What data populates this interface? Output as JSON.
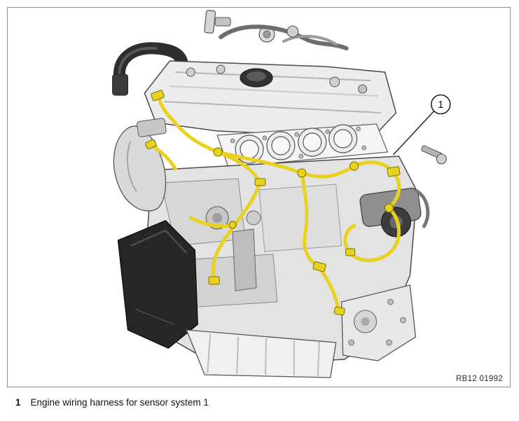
{
  "figure": {
    "callout": "1",
    "ref_code": "RB12 01992",
    "alt": "engine-with-wiring-harness-highlighted"
  },
  "caption": {
    "index": "1",
    "text": "Engine wiring harness for sensor system 1"
  },
  "colors": {
    "highlight_yellow": "#e8d21f",
    "engine_gray": "#e3e3e3",
    "outline": "#4a4a4a"
  }
}
